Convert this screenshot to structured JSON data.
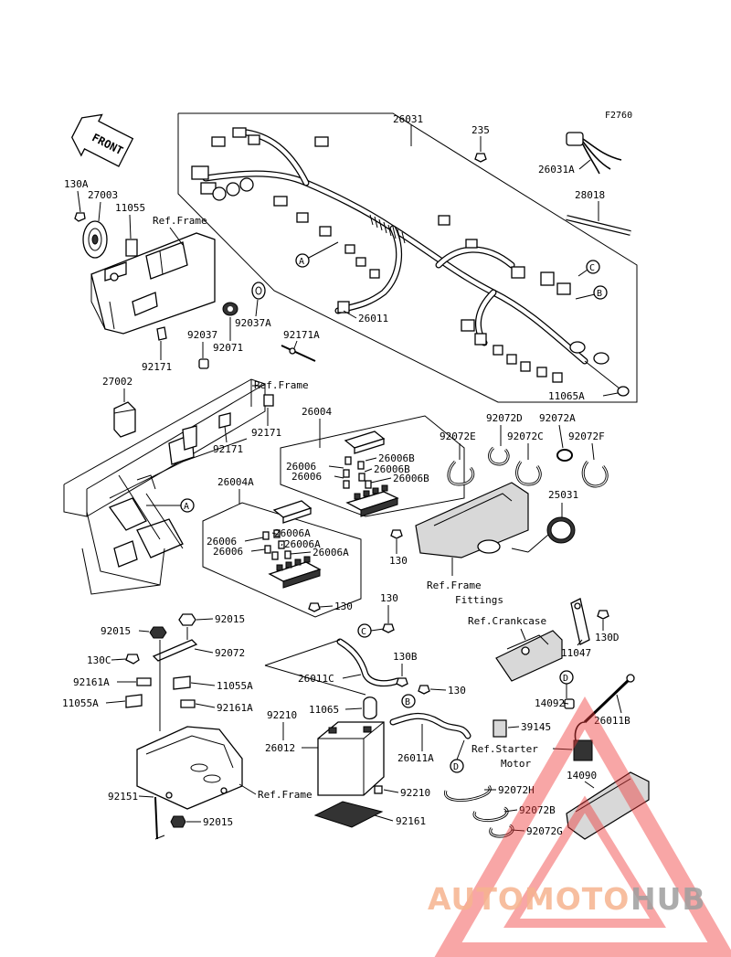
{
  "figure_id": "F2760",
  "front_arrow": "FRONT",
  "parts": {
    "p26031": "26031",
    "p235": "235",
    "p26031A": "26031A",
    "p28018": "28018",
    "p130A": "130A",
    "p27003": "27003",
    "p11055": "11055",
    "p26011": "26011",
    "p92037": "92037",
    "p92037A": "92037A",
    "p92071": "92071",
    "p92171A": "92171A",
    "p92171_a": "92171",
    "p27002": "27002",
    "p92171_b": "92171",
    "p92171_c": "92171",
    "p11065A": "11065A",
    "p26004": "26004",
    "p92072D": "92072D",
    "p92072A": "92072A",
    "p92072E": "92072E",
    "p92072C": "92072C",
    "p92072F": "92072F",
    "p26006B_1": "26006B",
    "p26006_1": "26006",
    "p26006B_2": "26006B",
    "p26006_2": "26006",
    "p26006B_3": "26006B",
    "p26004A": "26004A",
    "p25031": "25031",
    "p26006_3": "26006",
    "p26006A_1": "26006A",
    "p26006A_2": "26006A",
    "p26006_4": "26006",
    "p26006A_3": "26006A",
    "p130_a": "130",
    "p130_b": "130",
    "p130_c": "130",
    "p130_d": "130",
    "p92015_a": "92015",
    "p92015_b": "92015",
    "p92072": "92072",
    "p130C": "130C",
    "p92161A_a": "92161A",
    "p11055A_a": "11055A",
    "p11055A_b": "11055A",
    "p92161A_b": "92161A",
    "p26011C": "26011C",
    "p130B": "130B",
    "p11065": "11065",
    "p92210_a": "92210",
    "p92210_b": "92210",
    "p26012": "26012",
    "p26011A": "26011A",
    "p92151": "92151",
    "p92015_c": "92015",
    "p92161": "92161",
    "p92072H": "92072H",
    "p92072B": "92072B",
    "p92072G": "92072G",
    "p130D": "130D",
    "p11047": "11047",
    "p14092": "14092",
    "p26011B": "26011B",
    "p39145": "39145",
    "p14090": "14090"
  },
  "refs": {
    "frame1": "Ref.Frame",
    "frame2": "Ref.Frame",
    "frame_fittings1": "Ref.Frame",
    "frame_fittings2": "Fittings",
    "crankcase": "Ref.Crankcase",
    "starter1": "Ref.Starter",
    "starter2": "Motor",
    "frame3": "Ref.Frame"
  },
  "callouts": {
    "A1": "A",
    "A2": "A",
    "B1": "B",
    "B2": "B",
    "C1": "C",
    "C2": "C",
    "D1": "D",
    "D2": "D"
  },
  "watermark": {
    "part1": "AUTOMOTO",
    "part2": "HUB",
    "color1": "#f6b38e",
    "color2": "#9e9e9e",
    "triangle_color": "#ef3a3a"
  }
}
